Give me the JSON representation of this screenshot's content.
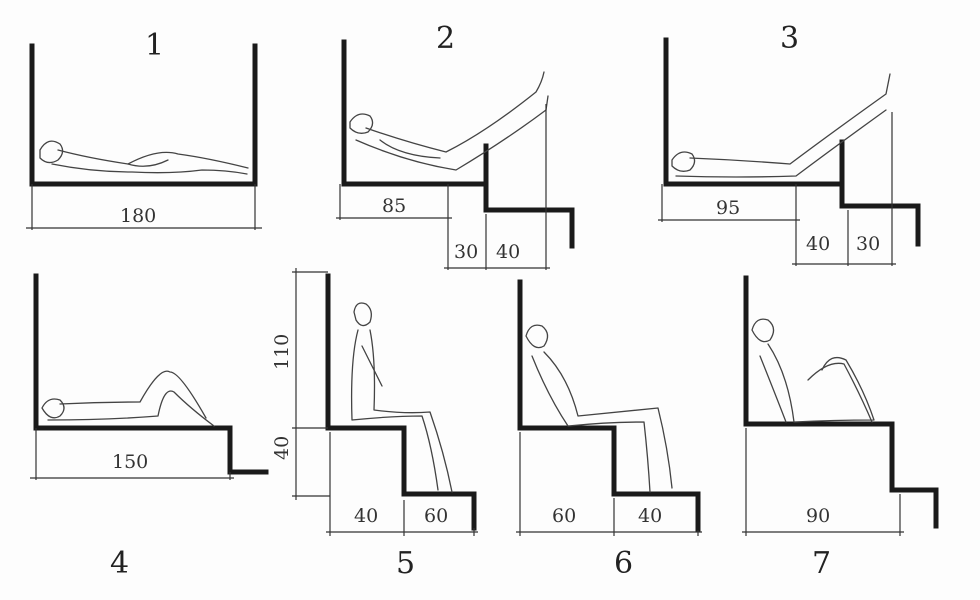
{
  "panels": [
    {
      "number": "1",
      "dims": [
        "180"
      ]
    },
    {
      "number": "2",
      "dims": [
        "85",
        "30",
        "40"
      ]
    },
    {
      "number": "3",
      "dims": [
        "95",
        "40",
        "30"
      ]
    },
    {
      "number": "4",
      "dims": [
        "150"
      ]
    },
    {
      "number": "5",
      "dims": [
        "110",
        "40",
        "40",
        "60"
      ]
    },
    {
      "number": "6",
      "dims": [
        "60",
        "40"
      ]
    },
    {
      "number": "7",
      "dims": [
        "90"
      ]
    }
  ]
}
